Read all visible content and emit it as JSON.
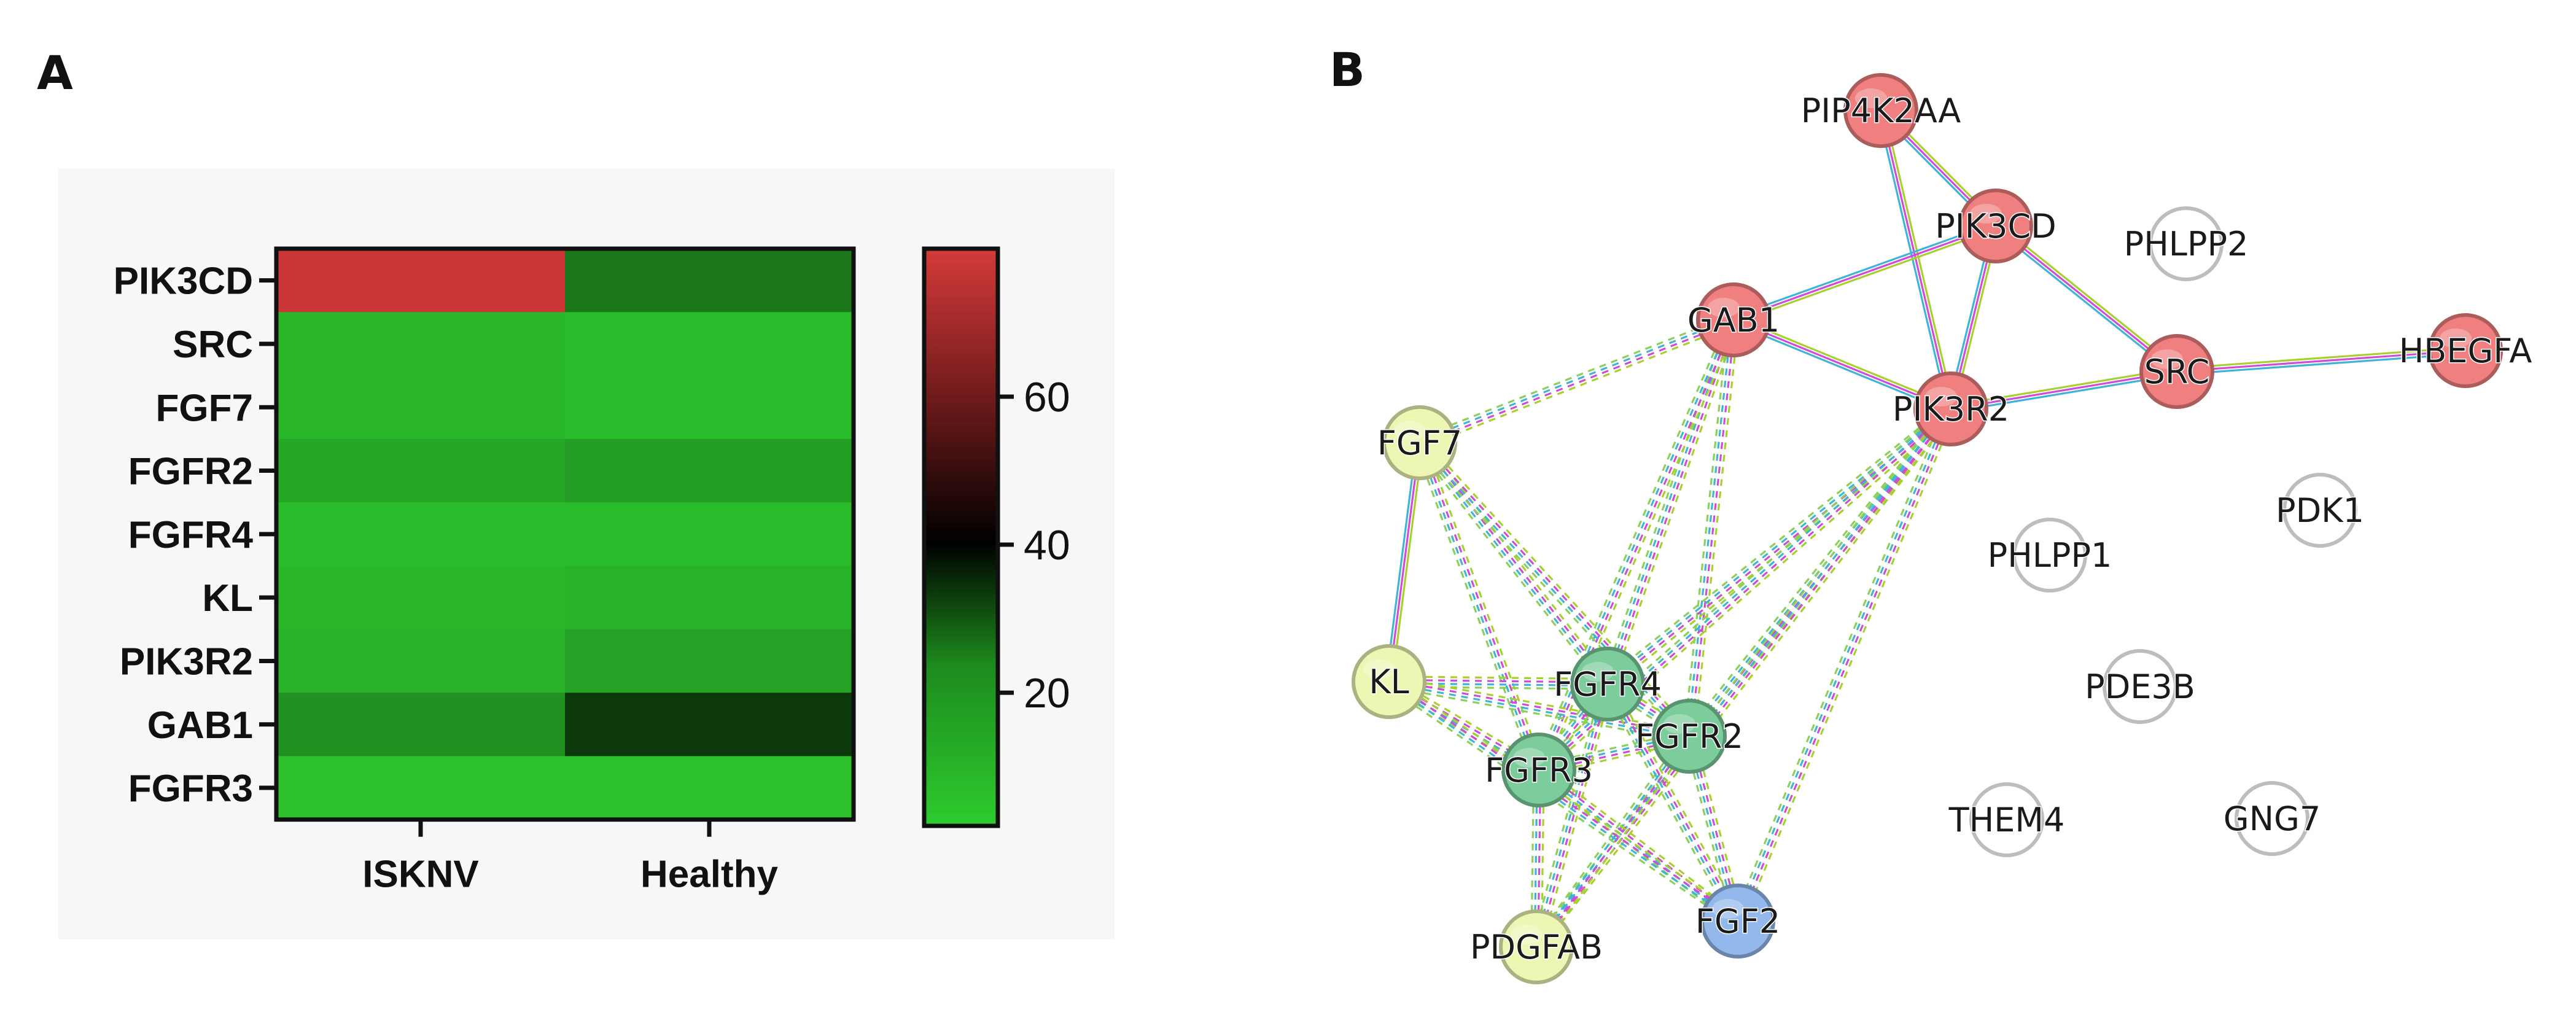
{
  "panels": {
    "a": "A",
    "b": "B"
  },
  "chart_data": [
    {
      "type": "heatmap",
      "rows": [
        "PIK3CD",
        "SRC",
        "FGF7",
        "FGFR2",
        "FGFR4",
        "KL",
        "PIK3R2",
        "GAB1",
        "FGFR3"
      ],
      "columns": [
        "ISKNV",
        "Healthy"
      ],
      "values": [
        [
          78,
          18
        ],
        [
          6,
          5
        ],
        [
          6,
          5
        ],
        [
          9,
          11
        ],
        [
          5,
          5
        ],
        [
          6,
          7
        ],
        [
          7,
          10
        ],
        [
          13,
          30
        ],
        [
          4,
          4
        ]
      ],
      "colorbar": {
        "range": [
          2,
          80
        ],
        "ticks": [
          20,
          40,
          60
        ],
        "colors": [
          "#2ecc2e",
          "#000000",
          "#d63a3a"
        ]
      }
    },
    {
      "type": "network",
      "nodes": [
        {
          "id": "PIP4K2AA",
          "label": "PIP4K2AA",
          "color": "#f08080"
        },
        {
          "id": "PIK3CD",
          "label": "PIK3CD",
          "color": "#f08080"
        },
        {
          "id": "PHLPP2",
          "label": "PHLPP2",
          "color": "#ffffff"
        },
        {
          "id": "GAB1",
          "label": "GAB1",
          "color": "#f08080"
        },
        {
          "id": "SRC",
          "label": "SRC",
          "color": "#f08080"
        },
        {
          "id": "HBEGFA",
          "label": "HBEGFA",
          "color": "#f08080"
        },
        {
          "id": "PIK3R2",
          "label": "PIK3R2",
          "color": "#f08080"
        },
        {
          "id": "FGF7",
          "label": "FGF7",
          "color": "#eef6b3"
        },
        {
          "id": "PDK1",
          "label": "PDK1",
          "color": "#ffffff"
        },
        {
          "id": "PHLPP1",
          "label": "PHLPP1",
          "color": "#ffffff"
        },
        {
          "id": "KL",
          "label": "KL",
          "color": "#eef6b3"
        },
        {
          "id": "FGFR4",
          "label": "FGFR4",
          "color": "#7ccc9c"
        },
        {
          "id": "PDE3B",
          "label": "PDE3B",
          "color": "#ffffff"
        },
        {
          "id": "FGFR2",
          "label": "FGFR2",
          "color": "#7ccc9c"
        },
        {
          "id": "FGFR3",
          "label": "FGFR3",
          "color": "#7ccc9c"
        },
        {
          "id": "THEM4",
          "label": "THEM4",
          "color": "#ffffff"
        },
        {
          "id": "GNG7",
          "label": "GNG7",
          "color": "#ffffff"
        },
        {
          "id": "PDGFAB",
          "label": "PDGFAB",
          "color": "#eef6b3"
        },
        {
          "id": "FGF2",
          "label": "FGF2",
          "color": "#93b8ec"
        }
      ],
      "edges": [
        {
          "source": "PIP4K2AA",
          "target": "PIK3CD",
          "style": "solid"
        },
        {
          "source": "PIP4K2AA",
          "target": "PIK3R2",
          "style": "solid"
        },
        {
          "source": "PIK3CD",
          "target": "GAB1",
          "style": "solid"
        },
        {
          "source": "PIK3CD",
          "target": "PIK3R2",
          "style": "solid"
        },
        {
          "source": "PIK3CD",
          "target": "SRC",
          "style": "solid"
        },
        {
          "source": "GAB1",
          "target": "PIK3R2",
          "style": "solid"
        },
        {
          "source": "PIK3R2",
          "target": "SRC",
          "style": "solid"
        },
        {
          "source": "SRC",
          "target": "HBEGFA",
          "style": "solid"
        },
        {
          "source": "FGF7",
          "target": "KL",
          "style": "solid"
        },
        {
          "source": "GAB1",
          "target": "FGF7",
          "style": "dashed"
        },
        {
          "source": "GAB1",
          "target": "FGFR4",
          "style": "dashed"
        },
        {
          "source": "GAB1",
          "target": "FGFR2",
          "style": "dashed"
        },
        {
          "source": "GAB1",
          "target": "FGFR3",
          "style": "dashed"
        },
        {
          "source": "PIK3R2",
          "target": "FGFR4",
          "style": "dashed"
        },
        {
          "source": "PIK3R2",
          "target": "FGFR2",
          "style": "dashed"
        },
        {
          "source": "PIK3R2",
          "target": "FGFR3",
          "style": "dashed"
        },
        {
          "source": "PIK3R2",
          "target": "FGF2",
          "style": "dashed"
        },
        {
          "source": "PIK3R2",
          "target": "PDGFAB",
          "style": "dashed"
        },
        {
          "source": "FGF7",
          "target": "FGFR4",
          "style": "dashed"
        },
        {
          "source": "FGF7",
          "target": "FGFR2",
          "style": "dashed"
        },
        {
          "source": "FGF7",
          "target": "FGFR3",
          "style": "dashed"
        },
        {
          "source": "KL",
          "target": "FGFR4",
          "style": "dashed"
        },
        {
          "source": "KL",
          "target": "FGFR2",
          "style": "dashed"
        },
        {
          "source": "KL",
          "target": "FGFR3",
          "style": "dashed"
        },
        {
          "source": "FGFR4",
          "target": "FGFR2",
          "style": "dashed"
        },
        {
          "source": "FGFR4",
          "target": "FGFR3",
          "style": "dashed"
        },
        {
          "source": "FGFR2",
          "target": "FGFR3",
          "style": "dashed"
        },
        {
          "source": "FGFR3",
          "target": "PDGFAB",
          "style": "dashed"
        },
        {
          "source": "FGFR4",
          "target": "PDGFAB",
          "style": "dashed"
        },
        {
          "source": "FGFR2",
          "target": "PDGFAB",
          "style": "dashed"
        },
        {
          "source": "FGFR2",
          "target": "FGF2",
          "style": "dashed"
        },
        {
          "source": "FGFR4",
          "target": "FGF2",
          "style": "dashed"
        },
        {
          "source": "FGFR3",
          "target": "FGF2",
          "style": "dashed"
        },
        {
          "source": "KL",
          "target": "FGF2",
          "style": "dashed"
        }
      ]
    }
  ]
}
